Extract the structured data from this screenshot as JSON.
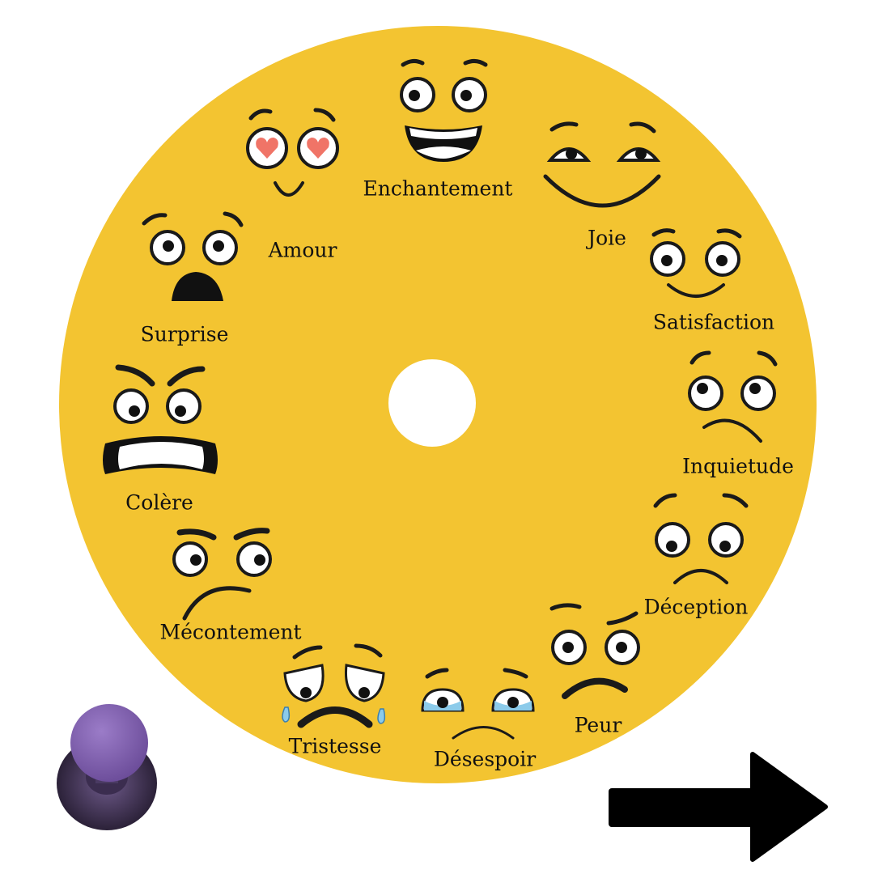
{
  "colors": {
    "wheel": "#F3C431",
    "hole": "#FFFFFF",
    "pin": "#7B5BA8",
    "arrow": "#000000",
    "heart": "#F07467",
    "tear": "#8CCBEA"
  },
  "emotions": [
    {
      "label": "Enchantement",
      "icon": "big-grin-face-icon"
    },
    {
      "label": "Joie",
      "icon": "wide-smile-face-icon"
    },
    {
      "label": "Satisfaction",
      "icon": "smile-face-icon"
    },
    {
      "label": "Inquietude",
      "icon": "worried-face-icon"
    },
    {
      "label": "Déception",
      "icon": "disappointed-face-icon"
    },
    {
      "label": "Peur",
      "icon": "afraid-face-icon"
    },
    {
      "label": "Désespoir",
      "icon": "despair-face-icon"
    },
    {
      "label": "Tristesse",
      "icon": "crying-face-icon"
    },
    {
      "label": "Mécontement",
      "icon": "displeased-face-icon"
    },
    {
      "label": "Colère",
      "icon": "angry-face-icon"
    },
    {
      "label": "Surprise",
      "icon": "surprised-face-icon"
    },
    {
      "label": "Amour",
      "icon": "heart-eyes-face-icon"
    }
  ]
}
